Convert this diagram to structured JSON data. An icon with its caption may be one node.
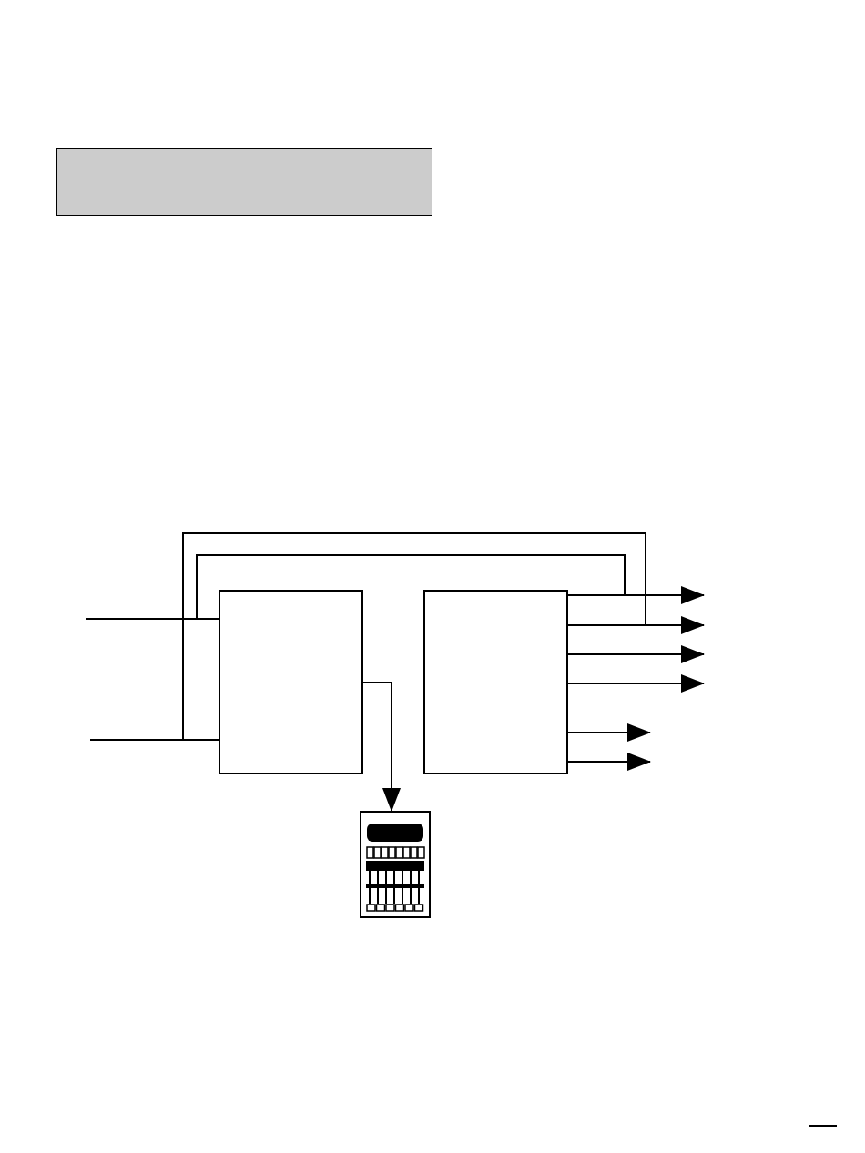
{
  "diagram": {
    "nodes": [
      {
        "text": [],
        "shape": "box"
      },
      {
        "text": [],
        "shape": "box"
      },
      {
        "text": [],
        "shape": "box"
      },
      {
        "text": [],
        "shape": "picture"
      }
    ],
    "edges": [
      {
        "from": null,
        "to": 1,
        "arrow": "none"
      },
      {
        "from": null,
        "to": 1,
        "arrow": "none"
      },
      {
        "from": 1,
        "to": 3,
        "arrow": "to"
      },
      {
        "from": 2,
        "to": null,
        "arrow": "to"
      },
      {
        "from": 2,
        "to": null,
        "arrow": "to"
      },
      {
        "from": 2,
        "to": null,
        "arrow": "to"
      },
      {
        "from": 2,
        "to": null,
        "arrow": "to"
      },
      {
        "from": 2,
        "to": null,
        "arrow": "to"
      },
      {
        "from": 2,
        "to": null,
        "arrow": "to"
      }
    ]
  }
}
